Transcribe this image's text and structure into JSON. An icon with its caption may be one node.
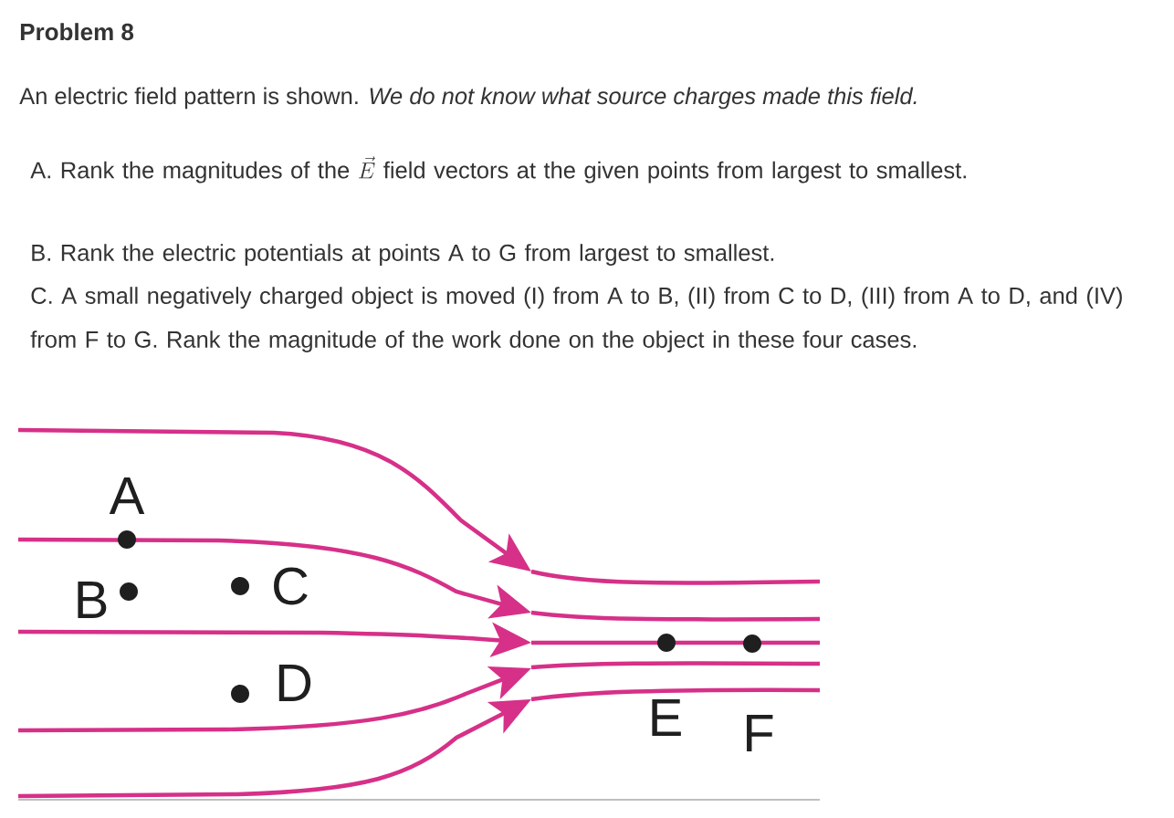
{
  "diagram": {
    "title": "Problem 8",
    "labels": [
      "An electric field pattern is shown. *We do not know what source charges made this field.*",
      "A. Rank the magnitudes of the",
      "\\vec{E}",
      "field vectors at the given points from largest to smallest.",
      "B. Rank the electric potentials at points A to G from largest to smallest.",
      "C. A small negatively charged object is moved (I) from A to B, (II) from C to D, (III) from A to D, and (IV) from F to G. Rank the magnitude of the work done on the object in these four cases.",
      "A",
      "B",
      "C",
      "D",
      "E",
      "F"
    ]
  }
}
